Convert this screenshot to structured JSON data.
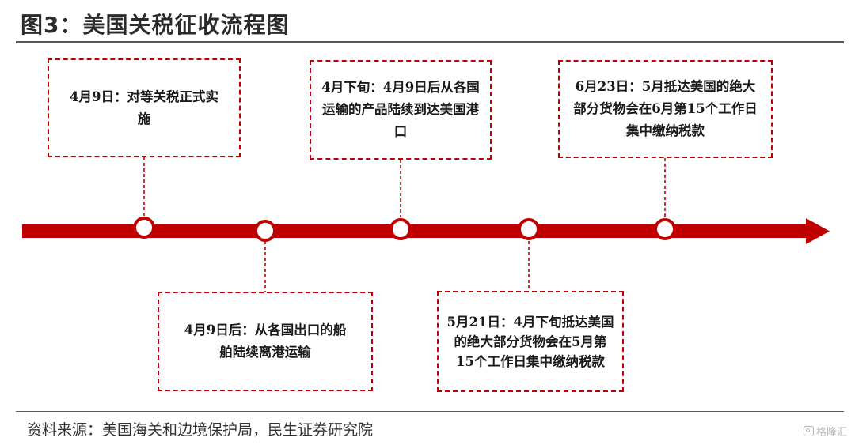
{
  "title": "图3：美国关税征收流程图",
  "source": "资料来源：美国海关和边境保护局，民生证券研究院",
  "watermark": "格隆汇",
  "colors": {
    "timeline": "#c00000",
    "text": "#1a1a1a",
    "rule": "#595959"
  },
  "events": [
    {
      "id": "e1",
      "text": "4月9日：对等关税正式实施"
    },
    {
      "id": "e2",
      "text": "4月9日后：从各国出口的船舶陆续离港运输"
    },
    {
      "id": "e3",
      "text": "4月下旬：4月9日后从各国运输的产品陆续到达美国港口"
    },
    {
      "id": "e4",
      "text": "5月21日：4月下旬抵达美国的绝大部分货物会在5月第15个工作日集中缴纳税款"
    },
    {
      "id": "e5",
      "text": "6月23日：5月抵达美国的绝大部分货物会在6月第15个工作日集中缴纳税款"
    }
  ]
}
